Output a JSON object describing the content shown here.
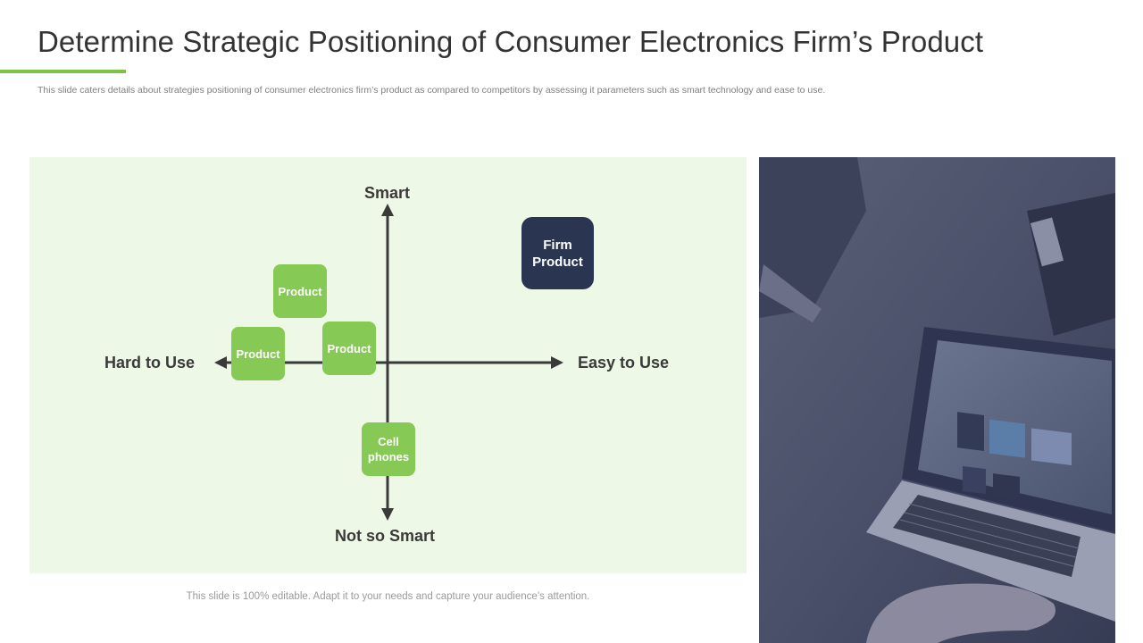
{
  "slide": {
    "title": "Determine Strategic Positioning of Consumer Electronics Firm’s Product",
    "subtitle": "This slide caters details about strategies positioning of consumer electronics firm’s product as compared to competitors by assessing it parameters such as smart technology and ease to use.",
    "footnote": "This slide is 100% editable. Adapt it to your needs and capture your audience’s attention."
  },
  "diagram": {
    "axis_top": "Smart",
    "axis_bottom": "Not so Smart",
    "axis_left": "Hard to Use",
    "axis_right": "Easy to Use",
    "nodes": {
      "product_1": "Product",
      "product_2": "Product",
      "product_3": "Product",
      "cell_phones": "Cell phones",
      "firm_product": "Firm Product"
    }
  },
  "colors": {
    "accent_green": "#7dc243",
    "node_green": "#86c954",
    "node_navy": "#2a3552",
    "panel_bg": "#eef8e6"
  },
  "photo": {
    "icon": "laptop-photo"
  }
}
